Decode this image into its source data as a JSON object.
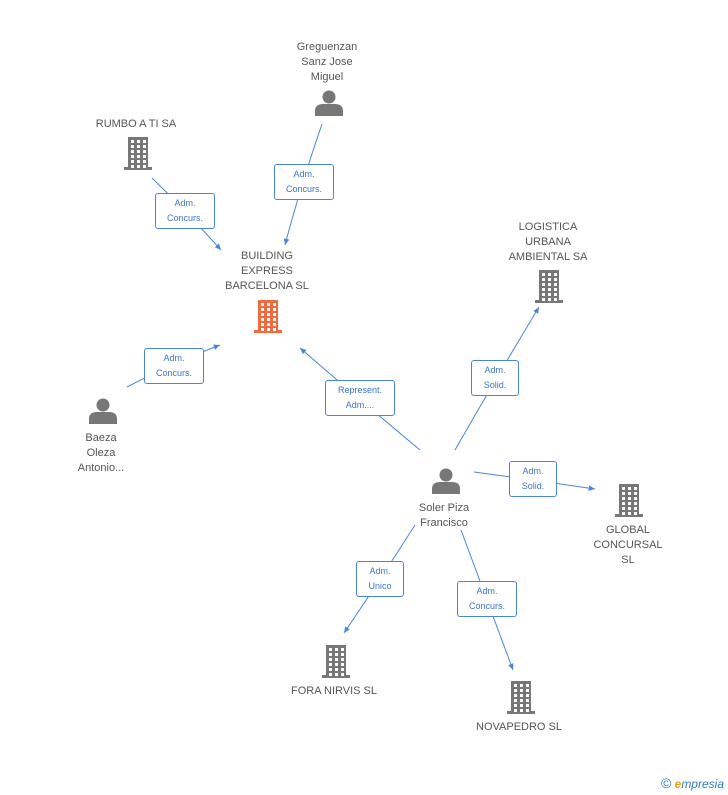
{
  "colors": {
    "edge": "#4a86d8",
    "icon": "#777777",
    "focus": "#f26a3d",
    "text": "#555555"
  },
  "nodes": [
    {
      "id": "greguenzan",
      "type": "person",
      "label": "Greguenzan\nSanz Jose\nMiguel"
    },
    {
      "id": "rumbo",
      "type": "company",
      "label": "RUMBO A TI SA"
    },
    {
      "id": "building",
      "type": "company-focus",
      "label": "BUILDING\nEXPRESS\nBARCELONA SL"
    },
    {
      "id": "logistica",
      "type": "company",
      "label": "LOGISTICA\nURBANA\nAMBIENTAL SA"
    },
    {
      "id": "baeza",
      "type": "person",
      "label": "Baeza\nOleza\nAntonio..."
    },
    {
      "id": "soler",
      "type": "person",
      "label": "Soler Piza\nFrancisco"
    },
    {
      "id": "global",
      "type": "company",
      "label": "GLOBAL\nCONCURSAL\nSL"
    },
    {
      "id": "fora",
      "type": "company",
      "label": "FORA NIRVIS SL"
    },
    {
      "id": "novapedro",
      "type": "company",
      "label": "NOVAPEDRO SL"
    }
  ],
  "edges": [
    {
      "from": "greguenzan",
      "to": "building",
      "label": "Adm.\nConcurs."
    },
    {
      "from": "rumbo",
      "to": "building",
      "label": "Adm.\nConcurs."
    },
    {
      "from": "baeza",
      "to": "building",
      "label": "Adm.\nConcurs."
    },
    {
      "from": "soler",
      "to": "building",
      "label": "Represent.\nAdm...."
    },
    {
      "from": "soler",
      "to": "logistica",
      "label": "Adm.\nSolid."
    },
    {
      "from": "soler",
      "to": "global",
      "label": "Adm.\nSolid."
    },
    {
      "from": "soler",
      "to": "fora",
      "label": "Adm.\nUnico"
    },
    {
      "from": "soler",
      "to": "novapedro",
      "label": "Adm.\nConcurs."
    }
  ],
  "footer": {
    "copyright": "©",
    "brand_initial": "e",
    "brand_rest": "mpresia"
  }
}
